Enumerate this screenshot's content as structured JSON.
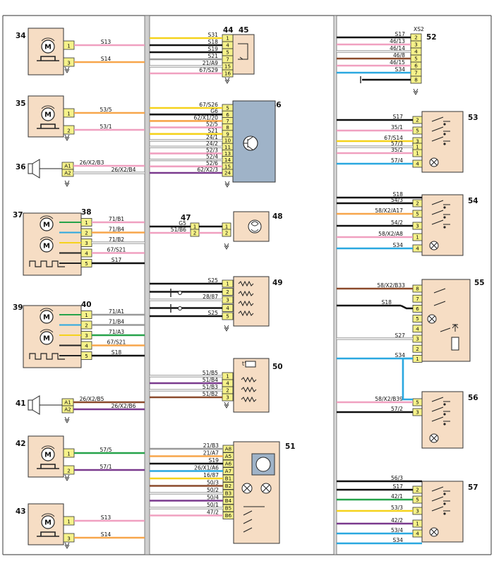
{
  "title": "",
  "colors": {
    "frame": "#5a5a5a",
    "component_fill": "#f6ddc4",
    "connector_fill": "#f6f28a",
    "module_fill": "#9fb3c8",
    "wire": {
      "pink": "#f0a0c0",
      "orange": "#f7a64b",
      "yellow": "#f5d21c",
      "black": "#111111",
      "grey": "#999999",
      "white": "#cfcfcf",
      "brown": "#8b4a2b",
      "violet": "#7a3a8e",
      "blue": "#2aa8e0",
      "green": "#26a34a",
      "red": "#e0302a"
    }
  },
  "components": [
    {
      "id": "34",
      "kind": "motor",
      "wires": [
        {
          "label": "S13",
          "color": "pink",
          "pin": "1"
        },
        {
          "label": "S14",
          "color": "orange",
          "pin": "3"
        }
      ]
    },
    {
      "id": "35",
      "kind": "motor",
      "wires": [
        {
          "label": "53/5",
          "color": "orange",
          "pin": "1"
        },
        {
          "label": "53/1",
          "color": "pink",
          "pin": "2"
        }
      ]
    },
    {
      "id": "36",
      "kind": "speaker",
      "wires": [
        {
          "label": "26/X2/B3",
          "color": "pink",
          "pin": "A1"
        },
        {
          "label": "26/X2/B4",
          "color": "white",
          "pin": "A2"
        }
      ]
    },
    {
      "id": "37",
      "sub": "38",
      "kind": "dual-motor",
      "wires": [
        {
          "label": "71/B1",
          "color": "pink",
          "pin": "1"
        },
        {
          "label": "71/B4",
          "color": "orange",
          "pin": "2"
        },
        {
          "label": "71/B2",
          "color": "white",
          "pin": "3"
        },
        {
          "label": "67/S21",
          "color": "pink",
          "pin": "4"
        },
        {
          "label": "S17",
          "color": "black",
          "pin": "5"
        }
      ]
    },
    {
      "id": "39",
      "sub": "40",
      "kind": "dual-motor",
      "wires": [
        {
          "label": "71/A1",
          "color": "grey",
          "pin": "1"
        },
        {
          "label": "71/B4",
          "color": "grey",
          "pin": "2"
        },
        {
          "label": "71/A3",
          "color": "green",
          "pin": "3"
        },
        {
          "label": "67/S21",
          "color": "orange",
          "pin": "4"
        },
        {
          "label": "S18",
          "color": "black",
          "pin": "5"
        }
      ]
    },
    {
      "id": "41",
      "kind": "speaker",
      "wires": [
        {
          "label": "26/X2/B5",
          "color": "brown",
          "pin": "A1"
        },
        {
          "label": "26/X2/B6",
          "color": "violet",
          "pin": "A2"
        }
      ]
    },
    {
      "id": "42",
      "kind": "motor",
      "wires": [
        {
          "label": "57/5",
          "color": "green",
          "pin": "1"
        },
        {
          "label": "57/1",
          "color": "violet",
          "pin": "2"
        }
      ]
    },
    {
      "id": "43",
      "kind": "motor",
      "wires": [
        {
          "label": "S13",
          "color": "pink",
          "pin": "1"
        },
        {
          "label": "S14",
          "color": "orange",
          "pin": "3"
        }
      ]
    },
    {
      "id": "44",
      "sub": "45",
      "kind": "switch",
      "wires": [
        {
          "label": "S31",
          "color": "yellow",
          "pin": "1"
        },
        {
          "label": "S18",
          "color": "black",
          "pin": "4"
        },
        {
          "label": "S19",
          "color": "black",
          "pin": "5"
        },
        {
          "label": "S21",
          "color": "grey",
          "pin": "7"
        },
        {
          "label": "21/A9",
          "color": "white",
          "pin": "15"
        },
        {
          "label": "67/S29",
          "color": "pink",
          "pin": "16"
        }
      ]
    },
    {
      "id": "46",
      "kind": "module",
      "wires": [
        {
          "label": "67/S26",
          "color": "yellow",
          "pin": "5"
        },
        {
          "label": "G6",
          "color": "black",
          "pin": "6"
        },
        {
          "label": "62/X1/20",
          "color": "orange",
          "pin": "7"
        },
        {
          "label": "52/5",
          "color": "pink",
          "pin": "8"
        },
        {
          "label": "S21",
          "color": "yellow",
          "pin": "9"
        },
        {
          "label": "24/1",
          "color": "white",
          "pin": "10"
        },
        {
          "label": "24/2",
          "color": "white",
          "pin": "11"
        },
        {
          "label": "52/3",
          "color": "pink",
          "pin": "13"
        },
        {
          "label": "52/4",
          "color": "white",
          "pin": "14"
        },
        {
          "label": "52/6",
          "color": "pink",
          "pin": "15"
        },
        {
          "label": "62/X2/3",
          "color": "violet",
          "pin": "24"
        }
      ]
    },
    {
      "id": "47",
      "sub": "48",
      "kind": "fan",
      "wires": [
        {
          "label": "G5",
          "color": "black",
          "pin": "1"
        },
        {
          "label": "51/B6",
          "color": "pink",
          "pin": "2"
        }
      ]
    },
    {
      "id": "49",
      "kind": "heater",
      "wires": [
        {
          "label": "S25",
          "color": "black",
          "pin": "1"
        },
        {
          "label": "",
          "color": "black",
          "pin": "2"
        },
        {
          "label": "28/87",
          "color": "white",
          "pin": "3"
        },
        {
          "label": "",
          "color": "black",
          "pin": "4"
        },
        {
          "label": "S25",
          "color": "black",
          "pin": "5"
        }
      ]
    },
    {
      "id": "50",
      "kind": "resistor-block",
      "wires": [
        {
          "label": "51/B5",
          "color": "white",
          "pin": "1"
        },
        {
          "label": "51/B4",
          "color": "violet",
          "pin": "4"
        },
        {
          "label": "51/B3",
          "color": "white",
          "pin": "2"
        },
        {
          "label": "51/B2",
          "color": "brown",
          "pin": "3"
        }
      ]
    },
    {
      "id": "51",
      "kind": "control-panel",
      "wires": [
        {
          "label": "21/B3",
          "color": "grey",
          "pin": "A8"
        },
        {
          "label": "21/A7",
          "color": "orange",
          "pin": "A5"
        },
        {
          "label": "S19",
          "color": "black",
          "pin": "A6"
        },
        {
          "label": "26/X1/A6",
          "color": "blue",
          "pin": "A7"
        },
        {
          "label": "16/87",
          "color": "yellow",
          "pin": "B1"
        },
        {
          "label": "50/3",
          "color": "brown",
          "pin": "B2"
        },
        {
          "label": "50/2",
          "color": "white",
          "pin": "B3"
        },
        {
          "label": "50/4",
          "color": "violet",
          "pin": "B4"
        },
        {
          "label": "50/1",
          "color": "white",
          "pin": "B5"
        },
        {
          "label": "47/2",
          "color": "pink",
          "pin": "B6"
        }
      ]
    },
    {
      "id": "52",
      "sub": "XS2",
      "kind": "connector",
      "wires": [
        {
          "label": "S17",
          "color": "black",
          "pin": "2"
        },
        {
          "label": "46/13",
          "color": "pink",
          "pin": "3"
        },
        {
          "label": "46/14",
          "color": "white",
          "pin": "4"
        },
        {
          "label": "46/8",
          "color": "brown",
          "pin": "5"
        },
        {
          "label": "46/15",
          "color": "pink",
          "pin": "6"
        },
        {
          "label": "S34",
          "color": "blue",
          "pin": "7"
        },
        {
          "label": "",
          "color": "black",
          "pin": "8"
        }
      ]
    },
    {
      "id": "53",
      "kind": "switch-lamp",
      "wires": [
        {
          "label": "S17",
          "color": "black",
          "pin": "2"
        },
        {
          "label": "35/1",
          "color": "pink",
          "pin": "5"
        },
        {
          "label": "67/S14",
          "color": "yellow",
          "pin": "3"
        },
        {
          "label": "57/3",
          "color": "white",
          "pin": "1"
        },
        {
          "label": "35/2",
          "color": "pink",
          "pin": "1"
        },
        {
          "label": "57/4",
          "color": "blue",
          "pin": "4"
        }
      ]
    },
    {
      "id": "54",
      "kind": "switch-lamp",
      "wires": [
        {
          "label": "S18",
          "color": "black",
          "pin": ""
        },
        {
          "label": "54/3",
          "color": "black",
          "pin": "2"
        },
        {
          "label": "58/X2/A17",
          "color": "orange",
          "pin": "5"
        },
        {
          "label": "54/2",
          "color": "black",
          "pin": "3"
        },
        {
          "label": "58/X2/A8",
          "color": "pink",
          "pin": "1"
        },
        {
          "label": "S34",
          "color": "blue",
          "pin": "4"
        }
      ]
    },
    {
      "id": "55",
      "kind": "relay-switch",
      "wires": [
        {
          "label": "58/X2/B33",
          "color": "brown",
          "pin": "8"
        },
        {
          "label": "S18",
          "color": "black",
          "pin": "6"
        },
        {
          "label": "S27",
          "color": "white",
          "pin": "3"
        },
        {
          "label": "S34",
          "color": "blue",
          "pin": "1"
        }
      ]
    },
    {
      "id": "56",
      "kind": "switch-lamp",
      "wires": [
        {
          "label": "58/X2/B39",
          "color": "pink",
          "pin": "5"
        },
        {
          "label": "57/2",
          "color": "black",
          "pin": "3"
        }
      ]
    },
    {
      "id": "57",
      "kind": "switch-lamp",
      "wires": [
        {
          "label": "56/3",
          "color": "black",
          "pin": ""
        },
        {
          "label": "S17",
          "color": "black",
          "pin": "2"
        },
        {
          "label": "42/1",
          "color": "green",
          "pin": "5"
        },
        {
          "label": "53/3",
          "color": "yellow",
          "pin": "3"
        },
        {
          "label": "42/2",
          "color": "violet",
          "pin": "1"
        },
        {
          "label": "53/4",
          "color": "blue",
          "pin": "4"
        },
        {
          "label": "S34",
          "color": "blue",
          "pin": ""
        }
      ]
    }
  ]
}
